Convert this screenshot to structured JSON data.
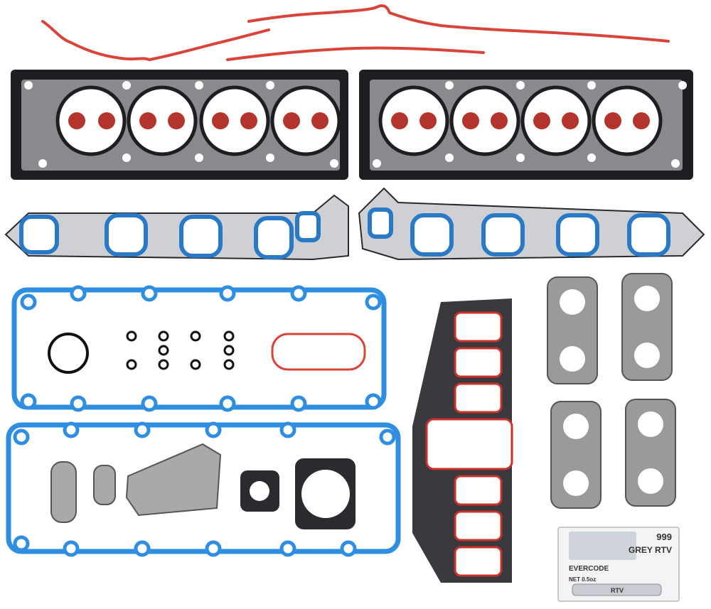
{
  "photo": {
    "subject": "Engine cylinder head gasket set",
    "colors": {
      "background": "#ffffff",
      "head_gasket": "#1e1e22",
      "head_gasket_face": "#8a8a8e",
      "valve_seal": "#b3342c",
      "manifold_blue": "#2a79c6",
      "valve_cover_blue": "#2f8ee0",
      "timing_red": "#d9443a",
      "exhaust_metal": "#9a9a9a",
      "tube_silver": "#c9ccd2"
    },
    "package": {
      "brand": "EVERCODE",
      "product": "GREY RTV",
      "code": "999",
      "net_weight": "NET 0.5oz",
      "tube_label": "RTV"
    }
  }
}
